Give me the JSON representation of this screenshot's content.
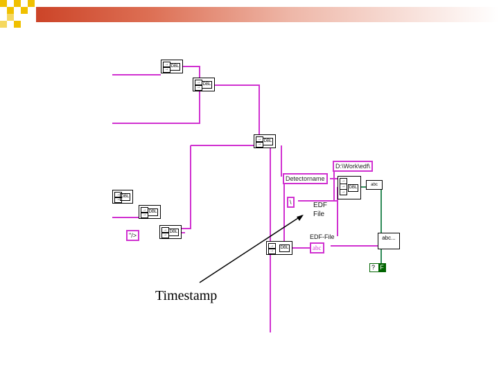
{
  "constants": {
    "path": "D:\\Work\\edf\\",
    "detector": "Detectorname",
    "backslash": "\\",
    "slash": "\"/>",
    "abc": "abc"
  },
  "labels": {
    "edf_file": [
      "EDF",
      "File"
    ],
    "edf_file_indicator": "EDF-File",
    "timestamp": "Timestamp",
    "write_node": "abc..."
  },
  "bool_const": {
    "q": "?",
    "f": "F"
  },
  "colors": {
    "wire_pink": "#d030d0",
    "wire_green": "#2e8b57",
    "header": "#cc4428",
    "deco": "#f0c000"
  }
}
